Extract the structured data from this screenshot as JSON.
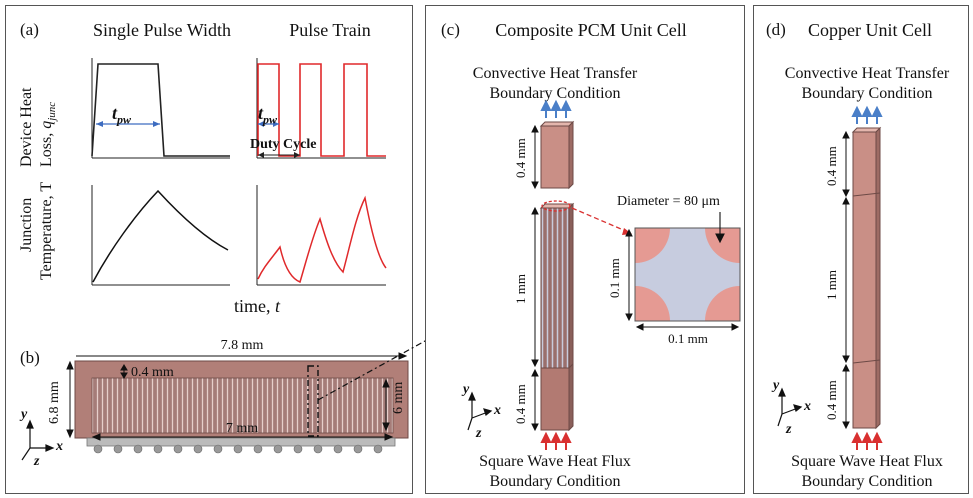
{
  "panel_a": {
    "label": "(a)",
    "title_left": "Single Pulse Width",
    "title_right": "Pulse Train",
    "ylabel_top_1": "Device Heat",
    "ylabel_top_2": "Loss,",
    "ylabel_top_var": "q",
    "ylabel_top_sub": "junc",
    "ylabel_bottom_1": "Junction",
    "ylabel_bottom_2": "Temperature, T",
    "tpw_main": "t",
    "tpw_sub": "pw",
    "duty_cycle": "Duty Cycle",
    "xlabel": "time,",
    "xlabel_var": "t"
  },
  "panel_b": {
    "label": "(b)",
    "width_dim": "7.8 mm",
    "height_dim": "6.8 mm",
    "inner_width_dim": "7 mm",
    "top_gap_dim": "0.4 mm",
    "inner_height_dim": "6 mm",
    "axis_y": "y",
    "axis_x": "x",
    "axis_z": "z"
  },
  "panel_c": {
    "label": "(c)",
    "title": "Composite PCM Unit Cell",
    "top_bc_1": "Convective Heat Transfer",
    "top_bc_2": "Boundary Condition",
    "bottom_bc_1": "Square Wave Heat Flux",
    "bottom_bc_2": "Boundary Condition",
    "dim_top": "0.4 mm",
    "dim_mid": "1 mm",
    "dim_bottom": "0.4 mm",
    "diameter": "Diameter = 80 μm",
    "cell_w": "0.1 mm",
    "cell_h": "0.1 mm",
    "axis_y": "y",
    "axis_x": "x",
    "axis_z": "z"
  },
  "panel_d": {
    "label": "(d)",
    "title": "Copper Unit Cell",
    "top_bc_1": "Convective Heat Transfer",
    "top_bc_2": "Boundary Condition",
    "bottom_bc_1": "Square Wave Heat Flux",
    "bottom_bc_2": "Boundary Condition",
    "dim_top": "0.4 mm",
    "dim_mid": "1 mm",
    "dim_bottom": "0.4 mm",
    "axis_y": "y",
    "axis_x": "x",
    "axis_z": "z"
  },
  "colors": {
    "copper": "#c98f86",
    "copper_dark": "#7a4a44",
    "pcm": "#c7ccdf",
    "pulse_red": "#e0292b",
    "arrow_blue": "#4a7fc8",
    "arrow_red": "#d93030",
    "tpw_blue": "#3d6cc0"
  }
}
